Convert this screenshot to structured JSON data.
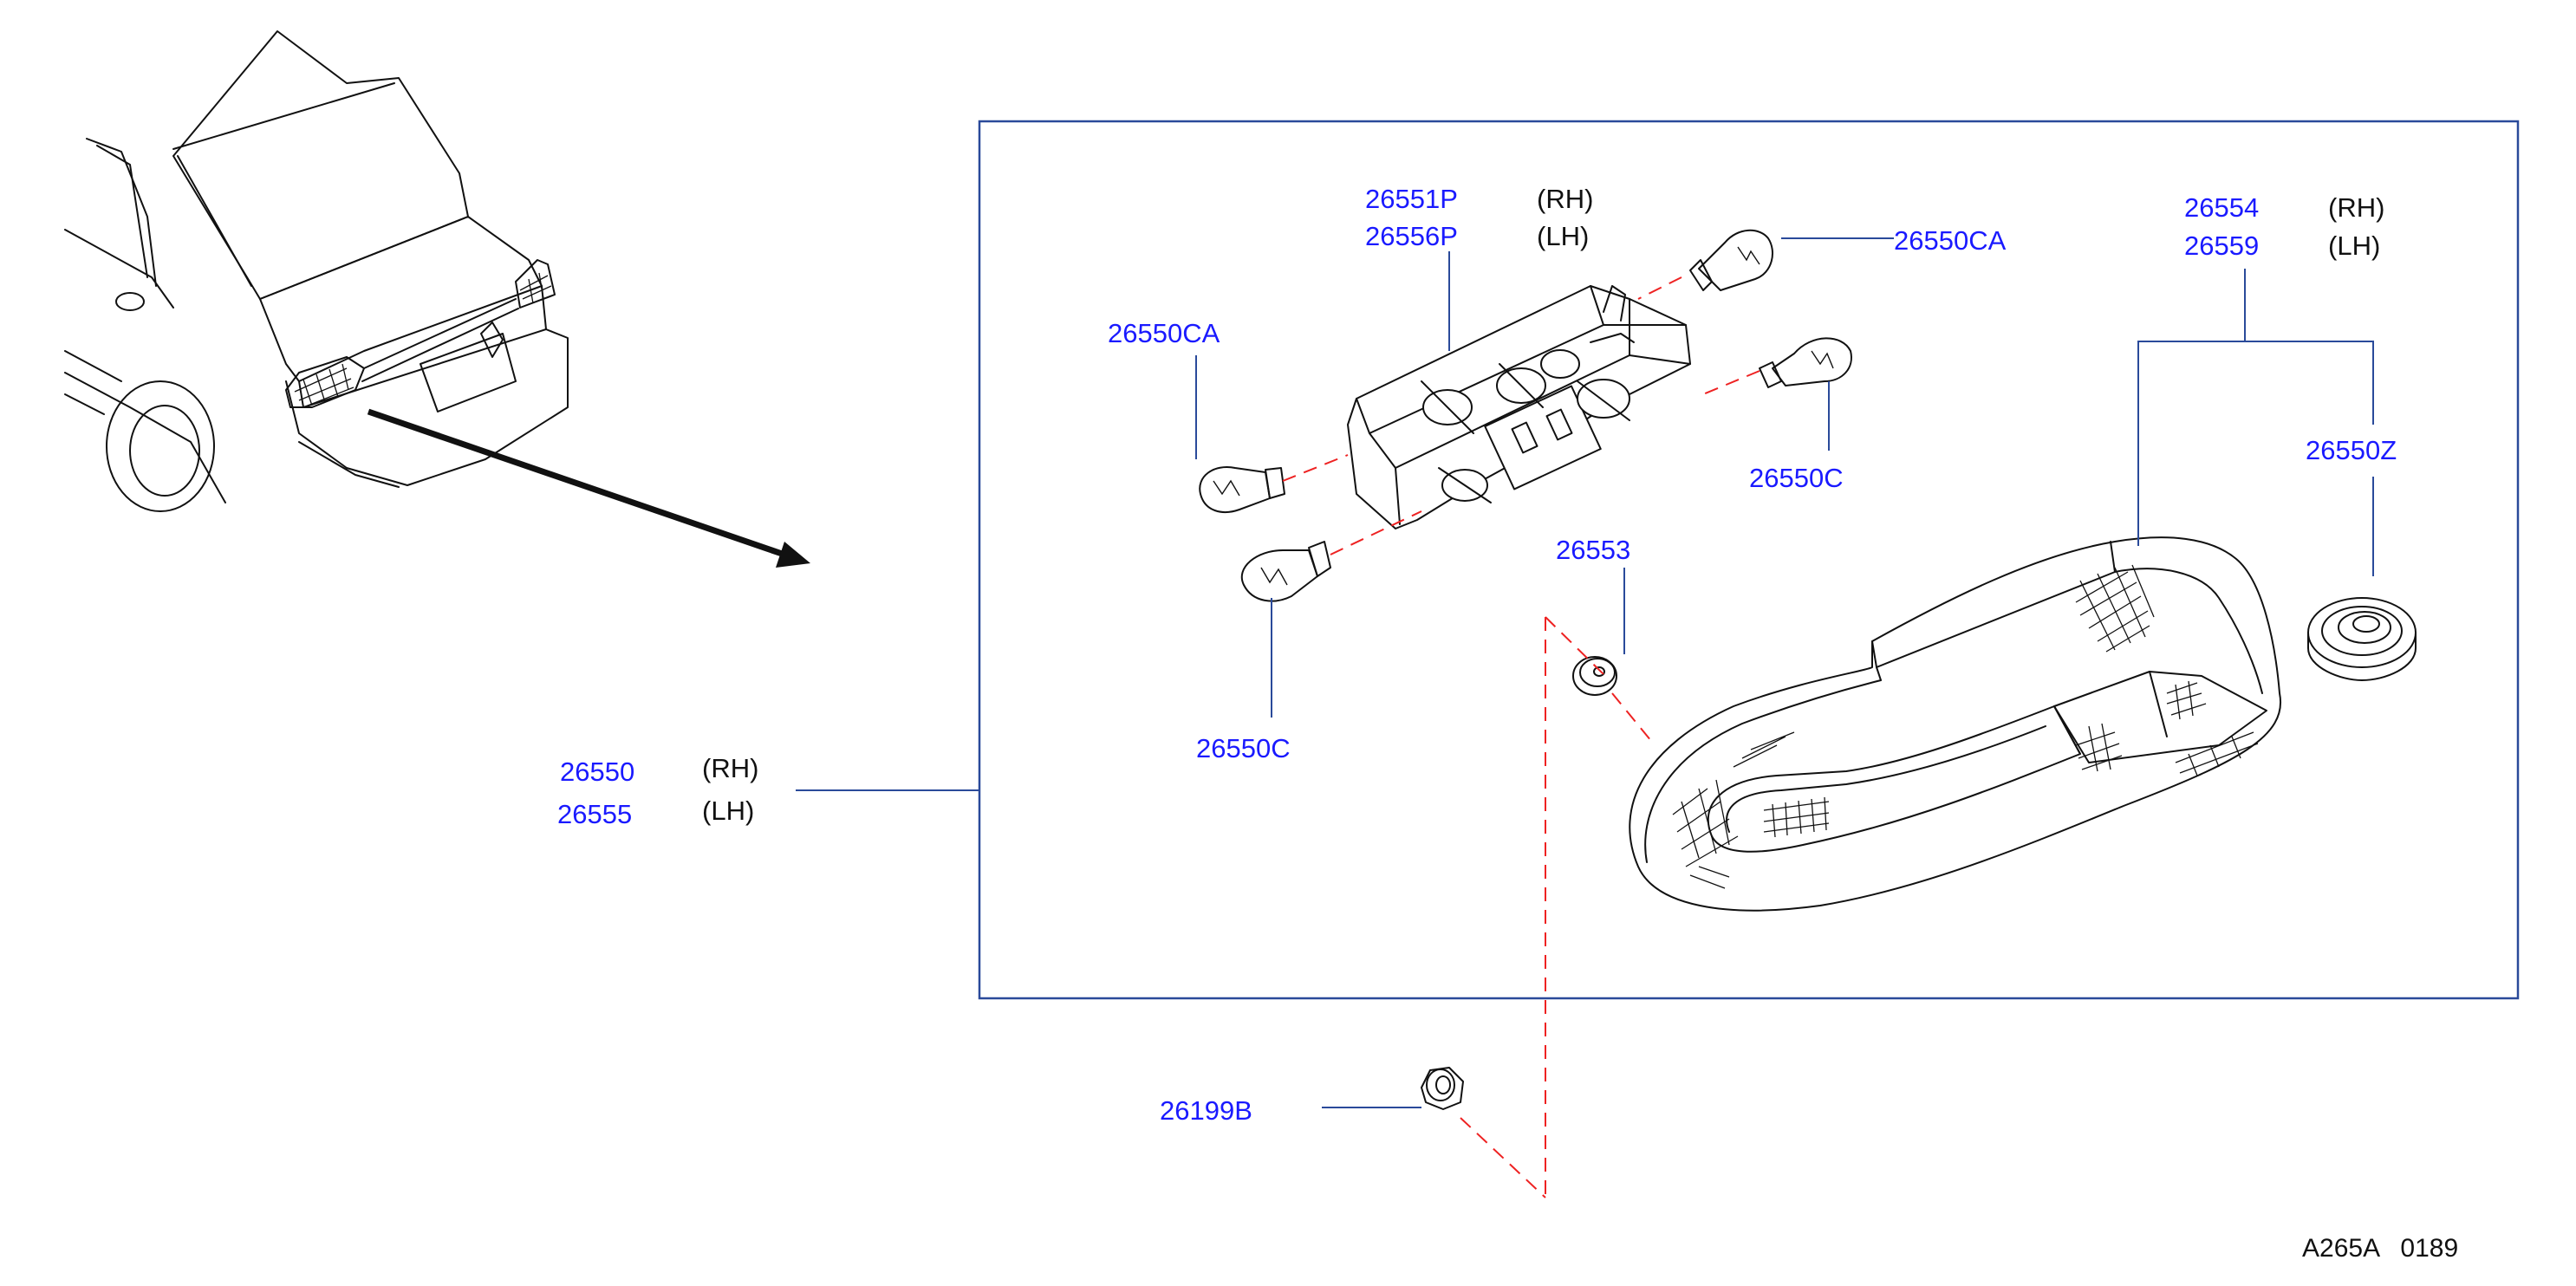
{
  "diagram": {
    "parts": {
      "lamp_assy_rh": "26550",
      "lamp_assy_lh": "26555",
      "lamp_side_rh": "(RH)",
      "lamp_side_lh": "(LH)",
      "socket_rh": "26551P",
      "socket_lh": "26556P",
      "socket_side_rh": "(RH)",
      "socket_side_lh": "(LH)",
      "bulb_ca_top": "26550CA",
      "bulb_ca_left": "26550CA",
      "bulb_c_right": "26550C",
      "bulb_c_bottom": "26550C",
      "lens_rh": "26554",
      "lens_lh": "26559",
      "lens_side_rh": "(RH)",
      "lens_side_lh": "(LH)",
      "seal": "26550Z",
      "grommet": "26553",
      "nut": "26199B"
    },
    "reference_code": "A265A   0189",
    "colors": {
      "part_number": "#1a1aff",
      "leader_line": "#2a4a9a",
      "dashed_guide": "#ee2222",
      "drawing": "#111111"
    }
  }
}
